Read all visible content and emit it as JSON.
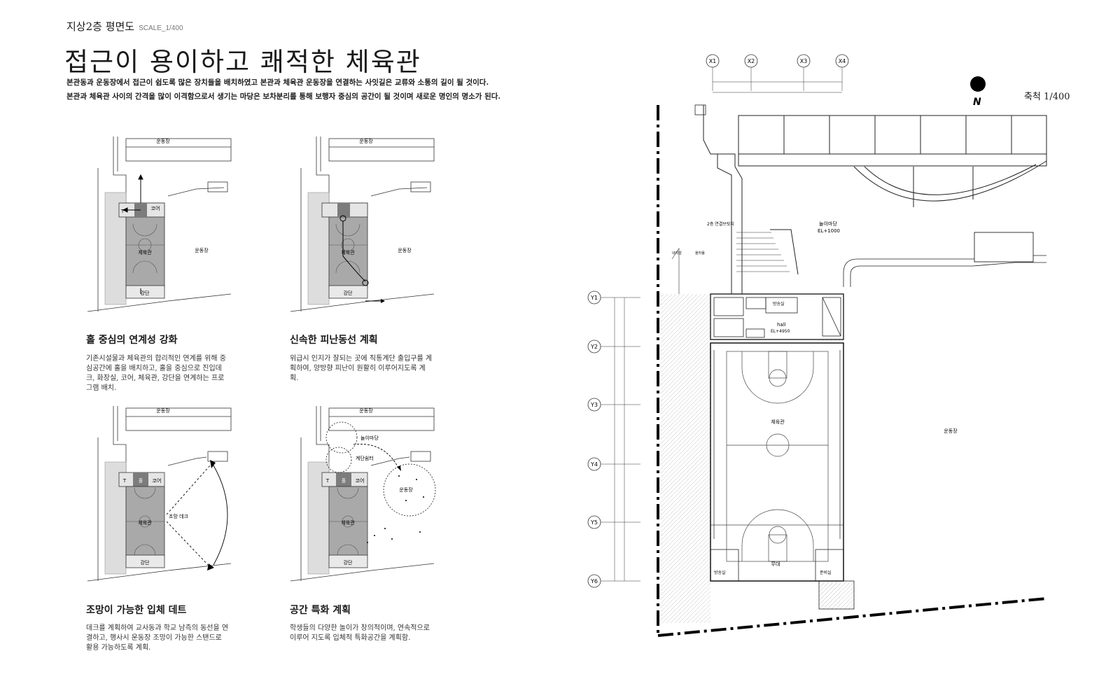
{
  "header": {
    "subtitle": "지상2층 평면도",
    "scale": "SCALE_1/400",
    "title": "접근이 용이하고 쾌적한 체육관",
    "intro_line1": "본관동과 운동장에서 접근이 쉽도록 많은 장치들을 배치하였고 본관과 체육관 운동장을 연결하는 사잇길은 교류와 소통의 길이 될 것이다.",
    "intro_line2": "본관과 체육관 사이의 간격을 많이 이격함으로서 생기는 마당은 보차분리를 통해 보행자 중심의 공간이 될 것이며 새로운 명인의 명소가 된다."
  },
  "concepts": [
    {
      "title": "홀 중심의 연계성 강화",
      "desc": "기존시설물과 체육관의 합리적인 연계를 위해 중심공간에 홀을 배치하고, 홀을 중심으로 진입데크, 화장실, 코어, 체육관, 강단을 연계하는 프로그램 배치."
    },
    {
      "title": "신속한 피난동선 계획",
      "desc": "위급시 인지가 잘되는 곳에 직통계단 출입구를 계획하여, 양방향 피난이 원활히 이루어지도록 계획."
    },
    {
      "title": "조망이 가능한 입체 데트",
      "desc": "데크를 계획하여 교사동과 학교 남측의 동선을 연결하고, 행사시 운동장 조망이 가능한 스탠드로 활용 가능하도록 계획."
    },
    {
      "title": "공간 특화 계획",
      "desc": "학생들의 다양한 놀이가 창의적이며, 연속적으로 이루어 지도록 입체적 특화공간을 계획함."
    }
  ],
  "diagram_labels": {
    "top_building": "운동장",
    "field": "운동장",
    "gym": "체육관",
    "stage": "강단",
    "toilet": "T",
    "hall": "홀",
    "core": "코어",
    "view_deck": "조망 데크",
    "play_yard": "놀이마당",
    "stair_seat": "계단쉼터",
    "field_circle": "운동장"
  },
  "plan": {
    "grid_x": [
      "X1",
      "X2",
      "X3",
      "X4"
    ],
    "grid_y": [
      "Y1",
      "Y2",
      "Y3",
      "Y4",
      "Y5",
      "Y6"
    ],
    "north_letter": "N",
    "scale_label": "축척 1/400",
    "labels": {
      "bridge": "2층 연결브릿지",
      "play_yard": "놀이마당",
      "play_yard_el": "EL+1000",
      "down": "내려감",
      "up": "올라옴",
      "broadcast_top": "방송실",
      "hall": "hall",
      "hall_el": "EL+4950",
      "gym": "체육관",
      "field": "운동장",
      "stage": "무대",
      "broadcast": "방송실",
      "prep": "준비실"
    }
  },
  "colors": {
    "ink": "#1a1a1a",
    "gym_fill": "#a9a9a9",
    "hall_fill": "#7c7c7c",
    "hatch": "#cfcfcf"
  }
}
